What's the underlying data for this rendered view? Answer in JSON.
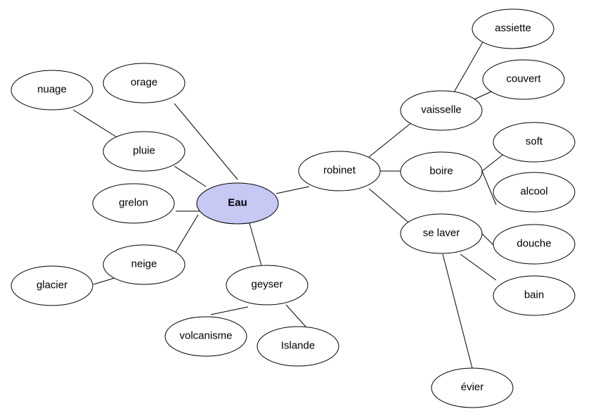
{
  "colors": {
    "central_fill": "#c8c8f5",
    "node_fill": "#ffffff",
    "stroke": "#000000"
  },
  "nodes": [
    {
      "id": "eau",
      "label": "Eau",
      "central": true
    },
    {
      "id": "nuage",
      "label": "nuage"
    },
    {
      "id": "orage",
      "label": "orage"
    },
    {
      "id": "pluie",
      "label": "pluie"
    },
    {
      "id": "grelon",
      "label": "grelon"
    },
    {
      "id": "neige",
      "label": "neige"
    },
    {
      "id": "glacier",
      "label": "glacier"
    },
    {
      "id": "geyser",
      "label": "geyser"
    },
    {
      "id": "volcanisme",
      "label": "volcanisme"
    },
    {
      "id": "islande",
      "label": "Islande"
    },
    {
      "id": "robinet",
      "label": "robinet"
    },
    {
      "id": "vaisselle",
      "label": "vaisselle"
    },
    {
      "id": "assiette",
      "label": "assiette"
    },
    {
      "id": "couvert",
      "label": "couvert"
    },
    {
      "id": "boire",
      "label": "boire"
    },
    {
      "id": "soft",
      "label": "soft"
    },
    {
      "id": "alcool",
      "label": "alcool"
    },
    {
      "id": "se-laver",
      "label": "se laver"
    },
    {
      "id": "douche",
      "label": "douche"
    },
    {
      "id": "bain",
      "label": "bain"
    },
    {
      "id": "evier",
      "label": "évier"
    }
  ],
  "edges": [
    [
      "eau",
      "orage"
    ],
    [
      "eau",
      "pluie"
    ],
    [
      "pluie",
      "nuage"
    ],
    [
      "eau",
      "grelon"
    ],
    [
      "eau",
      "neige"
    ],
    [
      "neige",
      "glacier"
    ],
    [
      "eau",
      "geyser"
    ],
    [
      "geyser",
      "volcanisme"
    ],
    [
      "geyser",
      "islande"
    ],
    [
      "eau",
      "robinet"
    ],
    [
      "robinet",
      "vaisselle"
    ],
    [
      "vaisselle",
      "assiette"
    ],
    [
      "vaisselle",
      "couvert"
    ],
    [
      "robinet",
      "boire"
    ],
    [
      "boire",
      "soft"
    ],
    [
      "boire",
      "alcool"
    ],
    [
      "robinet",
      "se-laver"
    ],
    [
      "se-laver",
      "douche"
    ],
    [
      "se-laver",
      "bain"
    ],
    [
      "se-laver",
      "evier"
    ]
  ]
}
